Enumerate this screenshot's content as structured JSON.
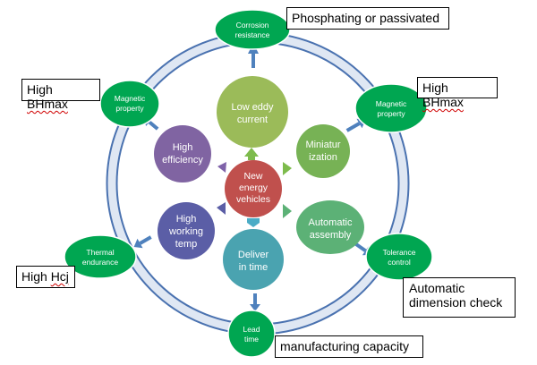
{
  "colors": {
    "ring_outer": "#4a72b0",
    "ring_inner": "#dfe7f3",
    "outer_node": "#00a651",
    "arrow_blue": "#4f81bd",
    "arrow_green": "#7dbb4c",
    "inner_arrow_purple": "#7f62a9",
    "inner_arrow_teal": "#4bacc6",
    "center": "#c0504d",
    "low_eddy": "#9bbb59",
    "miniaturization": "#77b255",
    "automatic_assembly": "#5cb176",
    "deliver": "#4aa3b0",
    "working_temp": "#5b5ea6",
    "efficiency": "#8064a2"
  },
  "center": {
    "line1": "New",
    "line2": "energy",
    "line3": "vehicles"
  },
  "inner_nodes": {
    "low_eddy": {
      "line1": "Low eddy",
      "line2": "current"
    },
    "miniaturization": {
      "line1": "Miniatur",
      "line2": "ization"
    },
    "automatic_assembly": {
      "line1": "Automatic",
      "line2": "assembly"
    },
    "deliver": {
      "line1": "Deliver",
      "line2": "in time"
    },
    "working_temp": {
      "line1": "High",
      "line2": "working",
      "line3": "temp"
    },
    "efficiency": {
      "line1": "High",
      "line2": "efficiency"
    }
  },
  "outer_nodes": {
    "corrosion": {
      "line1": "Corrosion",
      "line2": "resistance"
    },
    "magnetic_right": {
      "line1": "Magnetic",
      "line2": "property"
    },
    "tolerance": {
      "line1": "Tolerance",
      "line2": "control"
    },
    "lead_time": {
      "line1": "Lead",
      "line2": "time"
    },
    "thermal": {
      "line1": "Thermal",
      "line2": "endurance"
    },
    "magnetic_left": {
      "line1": "Magnetic",
      "line2": "property"
    }
  },
  "callouts": {
    "phosphating": "Phosphating or passivated",
    "bhmax_right_prefix": "High ",
    "bhmax_right_term": "BHmax",
    "bhmax_left_prefix": "High ",
    "bhmax_left_term": "BHmax",
    "hcj_prefix": "High ",
    "hcj_term": "Hcj",
    "dimension_line1": "Automatic",
    "dimension_line2": "dimension check",
    "manufacturing": "manufacturing capacity"
  }
}
